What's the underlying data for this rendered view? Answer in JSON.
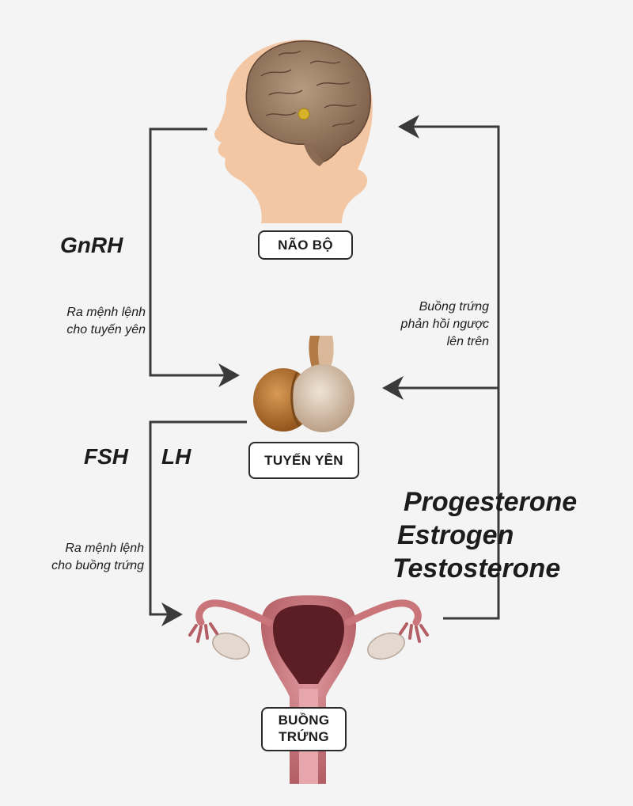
{
  "organs": {
    "brain": "NÃO BỘ",
    "pituitary": "TUYẾN YÊN",
    "ovary_line1": "BUỒNG",
    "ovary_line2": "TRỨNG"
  },
  "hormones": {
    "gnrh": "GnRH",
    "fsh": "FSH",
    "lh": "LH",
    "feedback": [
      "Progesterone",
      "Estrogen",
      "Testosterone"
    ]
  },
  "notes": {
    "to_pituitary": [
      "Ra mệnh lệnh",
      "cho tuyến yên"
    ],
    "to_ovary": [
      "Ra mệnh lệnh",
      "cho buồng trứng"
    ],
    "feedback": [
      "Buồng trứng",
      "phản hồi ngược",
      "lên trên"
    ]
  },
  "colors": {
    "background": "#f4f4f4",
    "arrow": "#3a3a3a",
    "skin": "#f3c7a4",
    "brain": "#9a7b63",
    "pituitary_left": "#b9732e",
    "pituitary_right": "#d8c4b0",
    "uterus": "#c9757a",
    "uterus_dark": "#5a1e24"
  }
}
